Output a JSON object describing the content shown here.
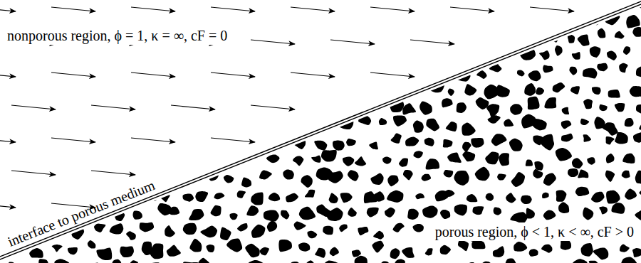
{
  "diagram": {
    "labels": [
      "nonporous region, ϕ = 1, κ = ∞, cF = 0",
      "interface to porous medium",
      "porous region, ϕ < 1, κ < ∞, cF > 0"
    ]
  }
}
